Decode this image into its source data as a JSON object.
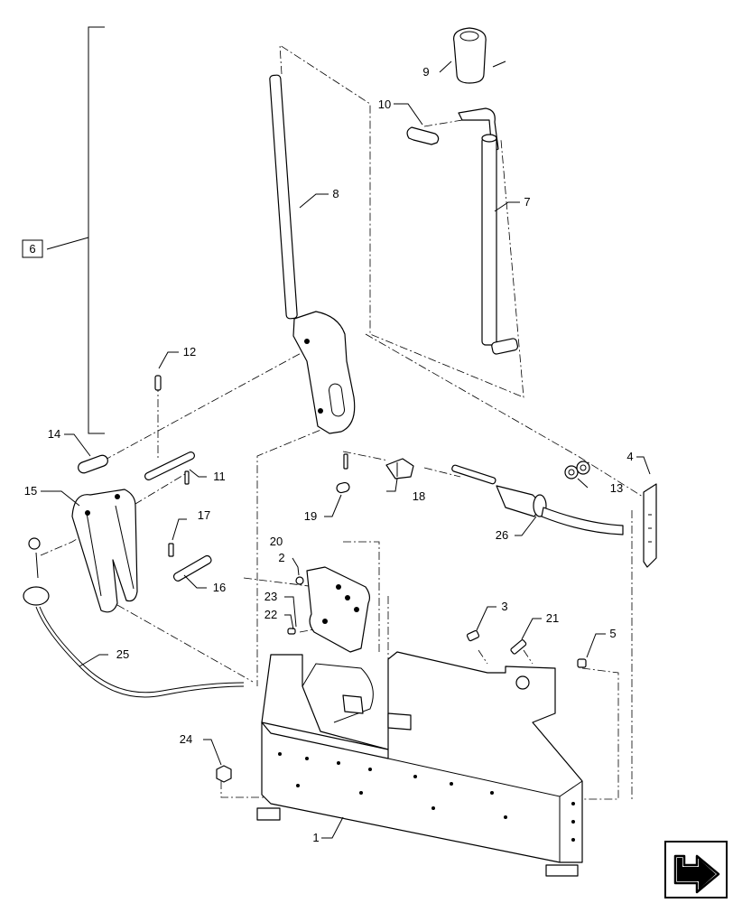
{
  "callouts": [
    {
      "id": "c1",
      "label": "1"
    },
    {
      "id": "c2",
      "label": "2"
    },
    {
      "id": "c3",
      "label": "3"
    },
    {
      "id": "c4",
      "label": "4"
    },
    {
      "id": "c5",
      "label": "5"
    },
    {
      "id": "c6",
      "label": "6"
    },
    {
      "id": "c7",
      "label": "7"
    },
    {
      "id": "c8",
      "label": "8"
    },
    {
      "id": "c9",
      "label": "9"
    },
    {
      "id": "c10",
      "label": "10"
    },
    {
      "id": "c11",
      "label": "11"
    },
    {
      "id": "c12",
      "label": "12"
    },
    {
      "id": "c13",
      "label": "13"
    },
    {
      "id": "c14",
      "label": "14"
    },
    {
      "id": "c15",
      "label": "15"
    },
    {
      "id": "c16",
      "label": "16"
    },
    {
      "id": "c17",
      "label": "17"
    },
    {
      "id": "c18",
      "label": "18"
    },
    {
      "id": "c19",
      "label": "19"
    },
    {
      "id": "c20",
      "label": "20"
    },
    {
      "id": "c21",
      "label": "21"
    },
    {
      "id": "c22",
      "label": "22"
    },
    {
      "id": "c23",
      "label": "23"
    },
    {
      "id": "c24",
      "label": "24"
    },
    {
      "id": "c25",
      "label": "25"
    },
    {
      "id": "c26",
      "label": "26"
    }
  ],
  "nav_icon": "next-page-arrow-icon"
}
